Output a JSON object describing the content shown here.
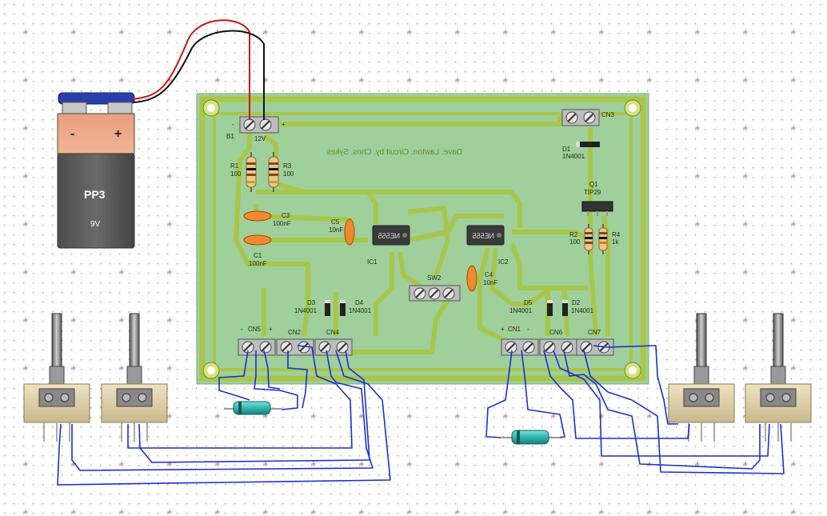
{
  "board": {
    "title": "Dave. Lawton. Circuit by. Chris. Sykes",
    "colors": {
      "board": "#9fcf9b",
      "track": "#a8c64a",
      "track_edge": "#6e8a2a",
      "grid_dot": "#8a8a8a",
      "grid_plus": "#e05a7a"
    }
  },
  "battery": {
    "type": "PP3",
    "voltage": "9V",
    "minus": "-",
    "plus": "+"
  },
  "connectors": {
    "B1": {
      "label": "B1",
      "voltage": "12V",
      "minus": "-",
      "plus": "+"
    },
    "CN3": {
      "label": "CN3"
    },
    "CN5": {
      "label": "CN5",
      "minus": "-",
      "plus": "+"
    },
    "CN2": {
      "label": "CN2"
    },
    "CN4": {
      "label": "CN4"
    },
    "CN1": {
      "label": "CN1",
      "plus": "+",
      "minus": "-"
    },
    "CN6": {
      "label": "CN6"
    },
    "CN7": {
      "label": "CN7"
    },
    "SW2": {
      "label": "SW2"
    }
  },
  "components": {
    "R1": {
      "ref": "R1",
      "value": "100"
    },
    "R3": {
      "ref": "R3",
      "value": "100"
    },
    "R2": {
      "ref": "R2",
      "value": "100"
    },
    "R4": {
      "ref": "R4",
      "value": "1k"
    },
    "C3": {
      "ref": "C3",
      "value": "100nF"
    },
    "C1": {
      "ref": "C1",
      "value": "100nF"
    },
    "C5": {
      "ref": "C5",
      "value": "10nF"
    },
    "C4": {
      "ref": "C4",
      "value": "10nF"
    },
    "D1": {
      "ref": "D1",
      "value": "1N4001"
    },
    "D2": {
      "ref": "D2",
      "value": "1N4001"
    },
    "D3": {
      "ref": "D3",
      "value": "1N4001"
    },
    "D4": {
      "ref": "D4",
      "value": "1N4001"
    },
    "D5": {
      "ref": "D5",
      "value": "1N4001"
    },
    "Q1": {
      "ref": "Q1",
      "value": "TIP29"
    },
    "IC1": {
      "ref": "IC1",
      "chip": "NE555"
    },
    "IC2": {
      "ref": "IC2",
      "chip": "NE555"
    }
  }
}
